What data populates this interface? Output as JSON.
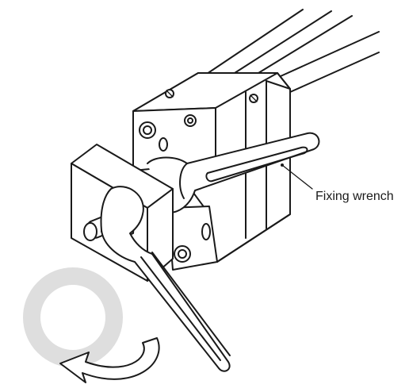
{
  "labels": {
    "fixing_wrench": "Fixing wrench"
  },
  "colors": {
    "line": "#1a1a1a",
    "background": "#ffffff",
    "watermark_ring": "#dedede"
  },
  "icons": {
    "watermark": "o-ring-watermark",
    "rotation": "curved-arrow-counterclockwise"
  }
}
